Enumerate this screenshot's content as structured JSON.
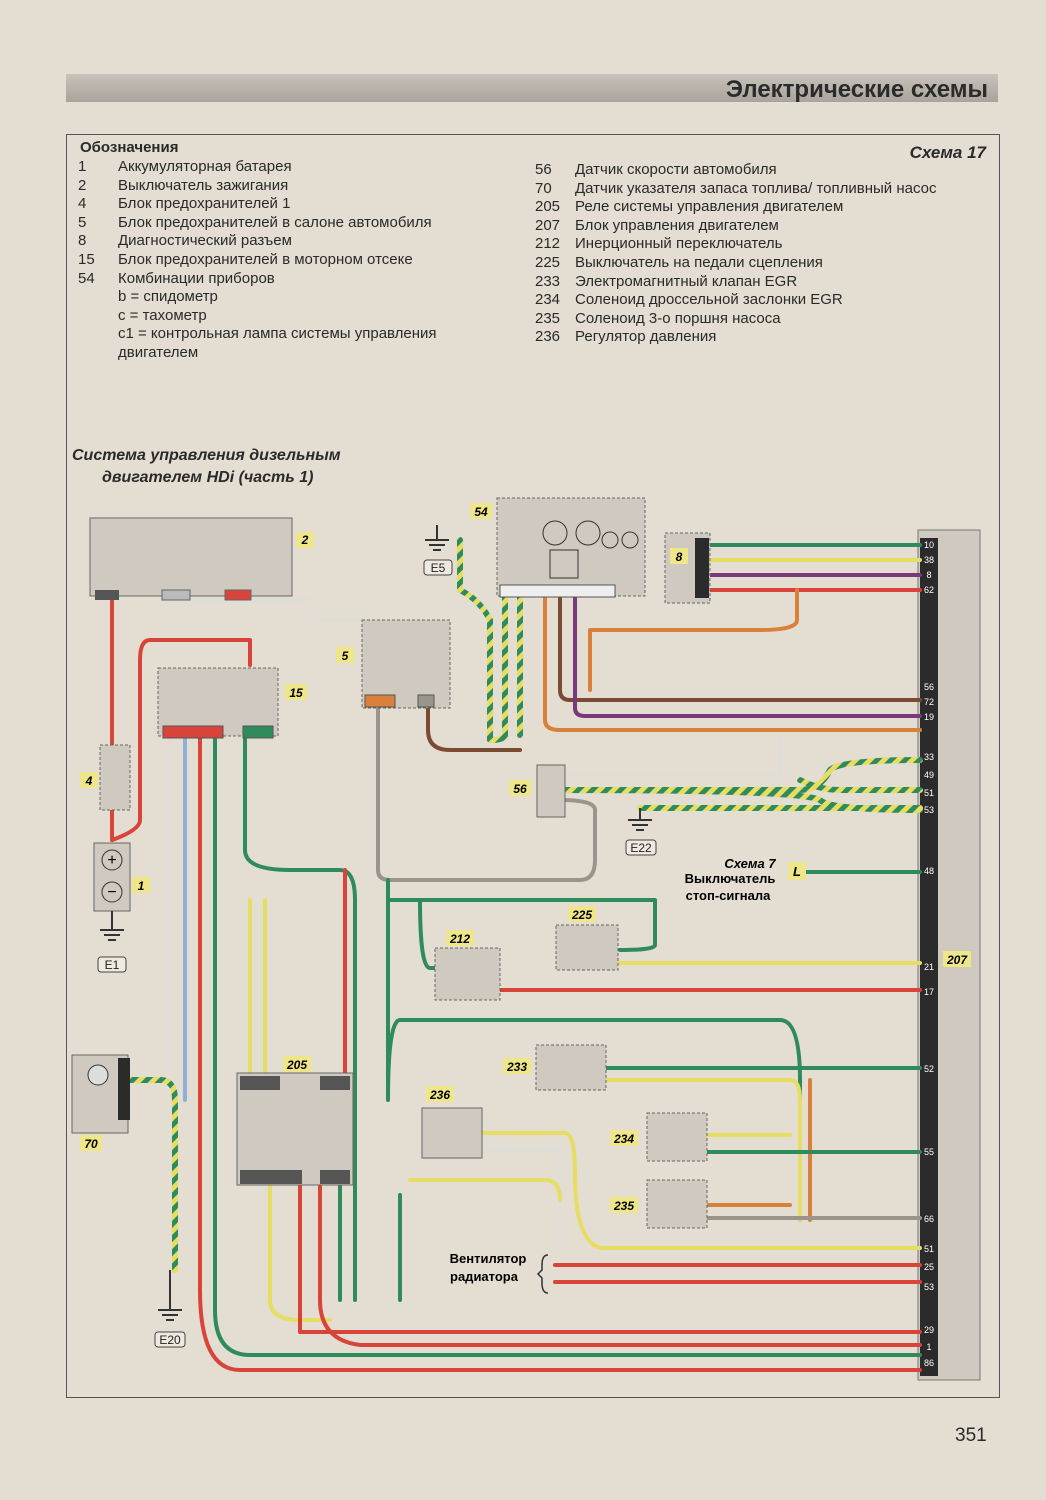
{
  "header": {
    "title": "Электрические схемы"
  },
  "legend": {
    "title": "Обозначения",
    "scheme_label": "Схема 17",
    "left": [
      {
        "num": "1",
        "text": "Аккумуляторная батарея"
      },
      {
        "num": "2",
        "text": "Выключатель зажигания"
      },
      {
        "num": "4",
        "text": "Блок предохранителей 1"
      },
      {
        "num": "5",
        "text": "Блок предохранителей в салоне автомобиля"
      },
      {
        "num": "8",
        "text": "Диагностический разъем"
      },
      {
        "num": "15",
        "text": "Блок предохранителей в моторном отсеке"
      },
      {
        "num": "54",
        "text": "Комбинации приборов"
      },
      {
        "num": "",
        "text": "b = спидометр"
      },
      {
        "num": "",
        "text": "c = тахометр"
      },
      {
        "num": "",
        "text": "c1 = контрольная лампа системы управления двигателем"
      }
    ],
    "right": [
      {
        "num": "56",
        "text": "Датчик скорости автомобиля"
      },
      {
        "num": "70",
        "text": "Датчик указателя запаса топлива/ топливный насос"
      },
      {
        "num": "205",
        "text": "Реле системы управления двигателем"
      },
      {
        "num": "207",
        "text": "Блок управления двигателем"
      },
      {
        "num": "212",
        "text": "Инерционный переключатель"
      },
      {
        "num": "225",
        "text": "Выключатель на педали сцепления"
      },
      {
        "num": "233",
        "text": "Электромагнитный клапан EGR"
      },
      {
        "num": "234",
        "text": "Соленоид дроссельной заслонки EGR"
      },
      {
        "num": "235",
        "text": "Соленоид 3-о поршня насоса"
      },
      {
        "num": "236",
        "text": "Регулятор давления"
      }
    ]
  },
  "diagram": {
    "title_line1": "Система управления дизельным",
    "title_line2": "двигателем HDi (часть 1)",
    "components": {
      "c2": "2",
      "c54": "54",
      "c8": "8",
      "c5": "5",
      "c15": "15",
      "c4": "4",
      "c1": "1",
      "c56": "56",
      "c212": "212",
      "c225": "225",
      "c205": "205",
      "c70": "70",
      "c233": "233",
      "c236": "236",
      "c234": "234",
      "c235": "235",
      "c207": "207"
    },
    "grounds": {
      "e5": "E5",
      "e22": "E22",
      "e1": "E1",
      "e20": "E20"
    },
    "ref_scheme": "Схема 7",
    "ref_line1": "Выключатель",
    "ref_line2": "стоп-сигнала",
    "ref_connector": "L",
    "fan_line1": "Вентилятор",
    "fan_line2": "радиатора",
    "ecu_pins": [
      "10",
      "38",
      "8",
      "62",
      "56",
      "72",
      "19",
      "33",
      "49",
      "51",
      "53",
      "48",
      "21",
      "17",
      "52",
      "55",
      "66",
      "51",
      "25",
      "53",
      "29",
      "1",
      "86"
    ]
  },
  "colors": {
    "red": "#d9443a",
    "green": "#2f8a5c",
    "yellow": "#e6dd63",
    "purple": "#7a3a7a",
    "orange": "#d9813a",
    "brown": "#7a4a32",
    "blue": "#8fb0d8",
    "grey": "#9a958c",
    "yellowgreen": "#b9c94a"
  },
  "page_number": "351"
}
